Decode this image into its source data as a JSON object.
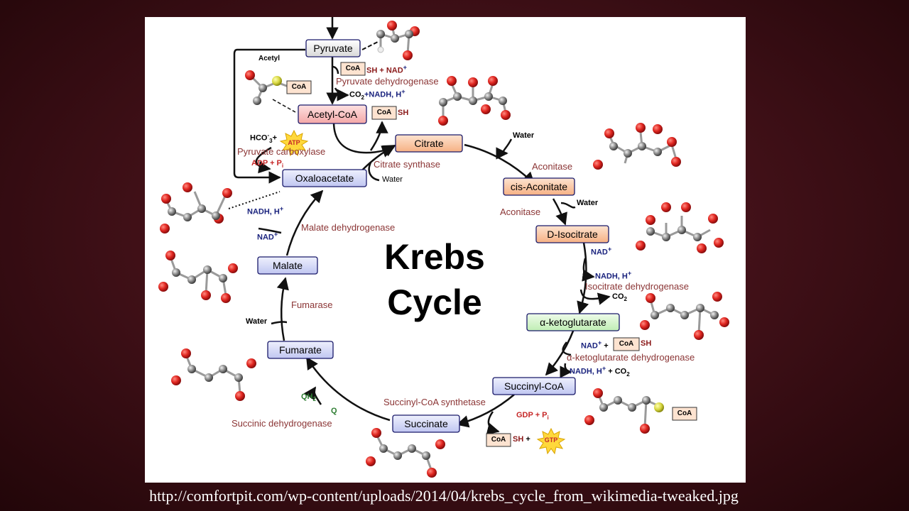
{
  "diagram": {
    "title_line1": "Krebs",
    "title_line2": "Cycle",
    "metabolites": {
      "pyruvate": "Pyruvate",
      "acetyl_coa": "Acetyl-CoA",
      "citrate": "Citrate",
      "cis_aconitate": "cis-Aconitate",
      "d_isocitrate": "D-Isocitrate",
      "alpha_ketoglutarate": "α-ketoglutarate",
      "succinyl_coa": "Succinyl-CoA",
      "succinate": "Succinate",
      "fumarate": "Fumarate",
      "malate": "Malate",
      "oxaloacetate": "Oxaloacetate"
    },
    "enzymes": {
      "pyruvate_dehydrogenase": "Pyruvate dehydrogenase",
      "pyruvate_carboxylase": "Pyruvate carboxylase",
      "citrate_synthase": "Citrate synthase",
      "aconitase_1": "Aconitase",
      "aconitase_2": "Aconitase",
      "isocitrate_dehydrogenase": "Isocitrate dehydrogenase",
      "akg_dehydrogenase": "α-ketoglutarate dehydrogenase",
      "succinyl_coa_synthetase": "Succinyl-CoA synthetase",
      "succinic_dehydrogenase": "Succinic dehydrogenase",
      "fumarase": "Fumarase",
      "malate_dehydrogenase": "Malate dehydrogenase"
    },
    "cofactors": {
      "acetyl": "Acetyl",
      "coa": "CoA",
      "sh": "SH",
      "sh_plus_nad": "SH + NAD",
      "sup_plus": "+",
      "co2_nadh": "CO",
      "sub_2": "2",
      "nadh_h_tail": "+NADH, H",
      "hco3": "HCO",
      "sub_3": "3",
      "minus": "-",
      "plus": "+",
      "atp": "ATP",
      "adp_pi": "ADP + P",
      "sub_i": "i",
      "water": "Water",
      "nad": "NAD",
      "nadh_h": "NADH, H",
      "co2": "CO",
      "nadh_h_co2": "NADH, H",
      "plus_co2": " + CO",
      "gdp_pi": "GDP + P",
      "gtp": "GTP",
      "qh2": "QH",
      "q": "Q"
    }
  },
  "caption": {
    "url": "http://comfortpit.com/wp-content/uploads/2014/04/krebs_cycle_from_wikimedia-tweaked.jpg"
  },
  "colors": {
    "enzyme": "#8b3535",
    "nad": "#1a237e",
    "green": "#2e7d32",
    "oxygen": "#d8211e",
    "carbon": "#8a8a8a",
    "sulfur": "#d8d84a",
    "atp": "#ffd83b"
  }
}
